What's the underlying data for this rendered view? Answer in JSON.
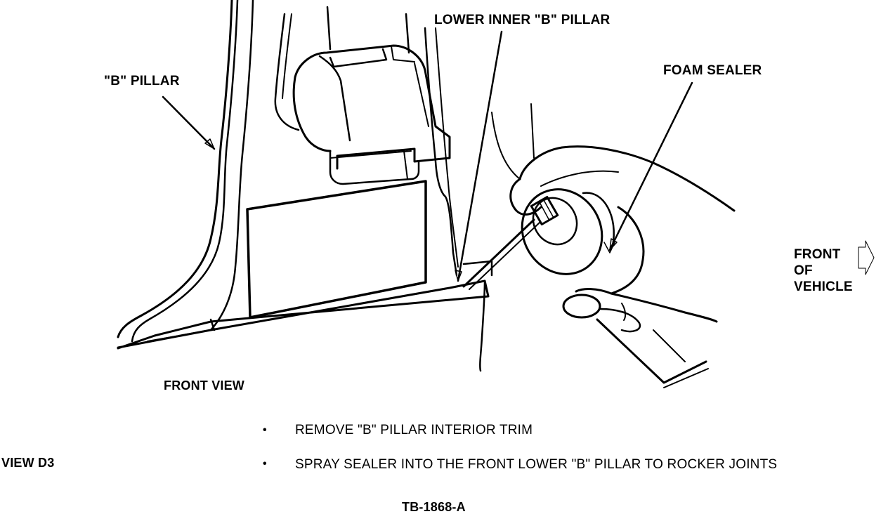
{
  "labels": {
    "b_pillar": "\"B\" PILLAR",
    "lower_inner_b_pillar": "LOWER INNER \"B\" PILLAR",
    "foam_sealer": "FOAM SEALER",
    "front_of_vehicle": [
      "FRONT",
      "OF",
      "VEHICLE"
    ],
    "front_view": "FRONT VIEW",
    "view_id": "VIEW D3",
    "figure_id": "TB-1868-A"
  },
  "instructions": [
    {
      "bullet": "•",
      "text": "REMOVE \"B\" PILLAR INTERIOR TRIM"
    },
    {
      "bullet": "•",
      "text": "SPRAY SEALER INTO THE FRONT LOWER \"B\" PILLAR TO ROCKER JOINTS"
    }
  ],
  "icons": [
    "front-direction-arrow-icon",
    "foam-sealer-can-icon",
    "hand-icon"
  ]
}
